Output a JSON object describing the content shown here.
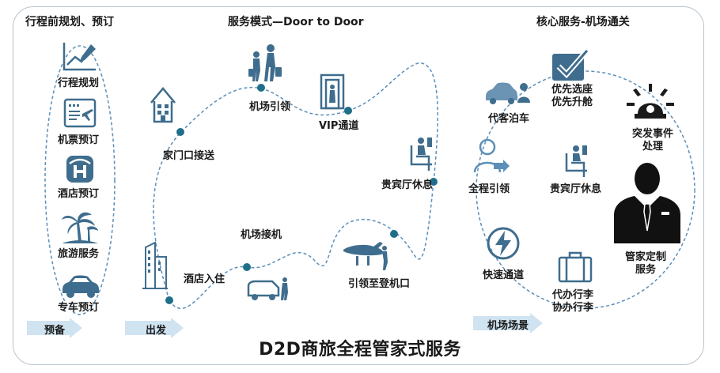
{
  "sections": {
    "pre_trip": "行程前规划、预订",
    "mode": "服务模式—Door to Door",
    "core": "核心服务-机场通关"
  },
  "pre_trip_items": [
    "行程规划",
    "机票预订",
    "酒店预订",
    "旅游服务",
    "专车预订"
  ],
  "journey_steps": [
    "家门口接送",
    "机场引领",
    "VIP通道",
    "贵宾厅休息",
    "机场接机",
    "酒店入住",
    "引领至登机口"
  ],
  "core_services": {
    "valet": "代客泊车",
    "seat": "优先选座\n优先升舱",
    "incident": "突发事件\n处理",
    "escort": "全程引领",
    "lounge": "贵宾厅休息",
    "fast_track": "快速通道",
    "baggage": "代办行李\n协办行李",
    "butler": "管家定制\n服务"
  },
  "arrows": {
    "prepare": "预备",
    "depart": "出发",
    "airport": "机场场景"
  },
  "main_title": "D2D商旅全程管家式服务",
  "colors": {
    "icon_blue": "#3f6d8e",
    "dot_teal": "#1f6f8b",
    "dash_blue": "#5b8fb9",
    "arrow_fill": "#cfe3f1",
    "frame": "#b9c4cc"
  }
}
